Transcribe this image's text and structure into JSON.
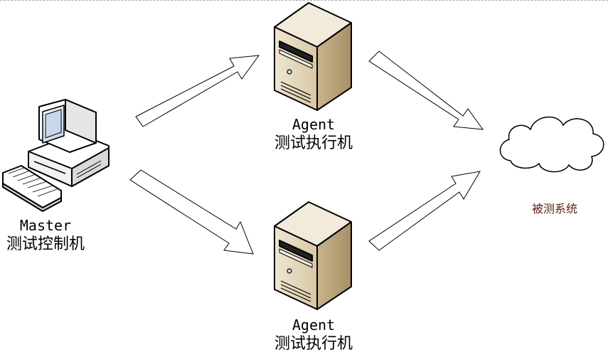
{
  "nodes": {
    "master": {
      "name": "Master",
      "desc": "测试控制机"
    },
    "agent_top": {
      "name": "Agent",
      "desc": "测试执行机"
    },
    "agent_bottom": {
      "name": "Agent",
      "desc": "测试执行机"
    },
    "target": {
      "desc": "被测系统"
    }
  },
  "icons": {
    "master": "desktop-computer-icon",
    "agents": "tower-server-icon",
    "target": "cloud-icon"
  },
  "colors": {
    "server_body": "#e8dcc2",
    "server_shadow": "#b9a47e",
    "target_label": "#5a1f10"
  }
}
